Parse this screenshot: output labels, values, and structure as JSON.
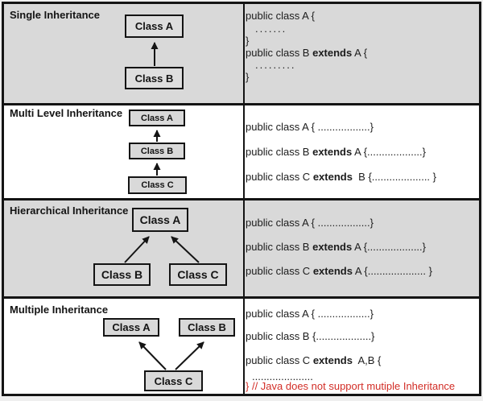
{
  "colors": {
    "panel_gray": "#d9d9d9",
    "box_fill": "#d9d9d9",
    "line_black": "#141414",
    "comment_red": "#d22d26",
    "code_text": "#1c1c1c"
  },
  "rows": [
    {
      "label": "Single Inheritance",
      "boxes": {
        "a": "Class A",
        "b": "Class B"
      },
      "code": [
        {
          "pre": "public class A {"
        },
        {
          "pre": "......."
        },
        {
          "pre": "}"
        },
        {
          "pre": "public class B ",
          "bold": "extends",
          "post": " A {"
        },
        {
          "pre": "........."
        },
        {
          "pre": "}"
        }
      ]
    },
    {
      "label": "Multi Level Inheritance",
      "boxes": {
        "a": "Class A",
        "b": "Class B",
        "c": "Class C"
      },
      "code": [
        {
          "pre": "public class A { ..................}"
        },
        {
          "pre": "public class B ",
          "bold": "extends",
          "post": " A {...................}"
        },
        {
          "pre": "public class C ",
          "bold": "extends",
          "post": "  B {.................... }"
        }
      ]
    },
    {
      "label": "Hierarchical Inheritance",
      "boxes": {
        "a": "Class A",
        "b": "Class B",
        "c": "Class C"
      },
      "code": [
        {
          "pre": "public class A { ..................}"
        },
        {
          "pre": "public class B ",
          "bold": "extends",
          "post": " A {...................}"
        },
        {
          "pre": "public class C ",
          "bold": "extends",
          "post": " A {.................... }"
        }
      ]
    },
    {
      "label": "Multiple Inheritance",
      "boxes": {
        "a": "Class A",
        "b": "Class B",
        "c": "Class C"
      },
      "code": [
        {
          "pre": "public class A { ..................}"
        },
        {
          "pre": "public class B {...................}"
        },
        {
          "pre": "public class C ",
          "bold": "extends",
          "post": "  A,B {"
        },
        {
          "pre": "....................."
        },
        {
          "pre": "} // Java does not support mutiple Inheritance"
        }
      ]
    }
  ]
}
